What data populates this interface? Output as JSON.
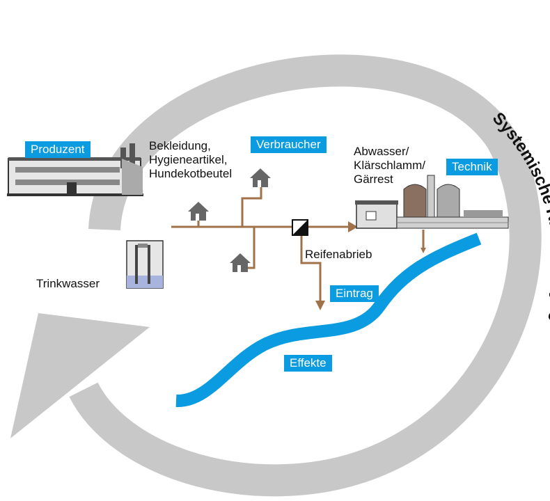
{
  "cycle_title": "Systemische Risikoanalyse",
  "tags": {
    "produzent": "Produzent",
    "verbraucher": "Verbraucher",
    "technik": "Technik",
    "eintrag": "Eintrag",
    "effekte": "Effekte"
  },
  "labels": {
    "products_line1": "Bekleidung,",
    "products_line2": "Hygieneartikel,",
    "products_line3": "Hundekotbeutel",
    "wastewater_line1": "Abwasser/",
    "wastewater_line2": "Klärschlamm/",
    "wastewater_line3": "Gärrest",
    "trinkwasser": "Trinkwasser",
    "reifenabrieb": "Reifenabrieb"
  },
  "colors": {
    "cycle_arrow": "#c8c8c8",
    "tag_blue": "#0a9be0",
    "river_blue": "#0a9be0",
    "flow_brown": "#a0724a",
    "icon_dark": "#555555"
  }
}
